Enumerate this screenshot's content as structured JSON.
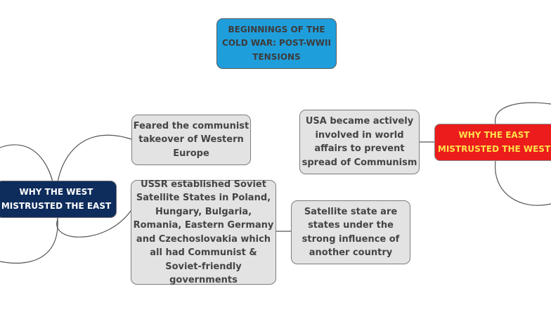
{
  "title": "BEGINNINGS OF THE COLD WAR: POST-WWII TENSIONS",
  "west": {
    "label": "WHY THE WEST MISTRUSTED THE EAST",
    "items": [
      "Feared the communist takeover of Western Europe",
      "USSR established Soviet Satellite States in Poland, Hungary, Bulgaria, Romania, Eastern Germany and Czechoslovakia which all had Communist & Soviet-friendly governments"
    ],
    "sub_item": "Satellite state are states under the strong influence of another country"
  },
  "east": {
    "label": "WHY THE EAST MISTRUSTED THE WEST",
    "items": [
      "USA became actively involved in world affairs to prevent spread of Communism"
    ]
  },
  "colors": {
    "title_fill": "#1f9edc",
    "west_fill": "#0e2c5c",
    "east_fill": "#ec1c1c",
    "east_text": "#ffe14b",
    "node_fill": "#e3e3e3",
    "connector": "#555555"
  }
}
